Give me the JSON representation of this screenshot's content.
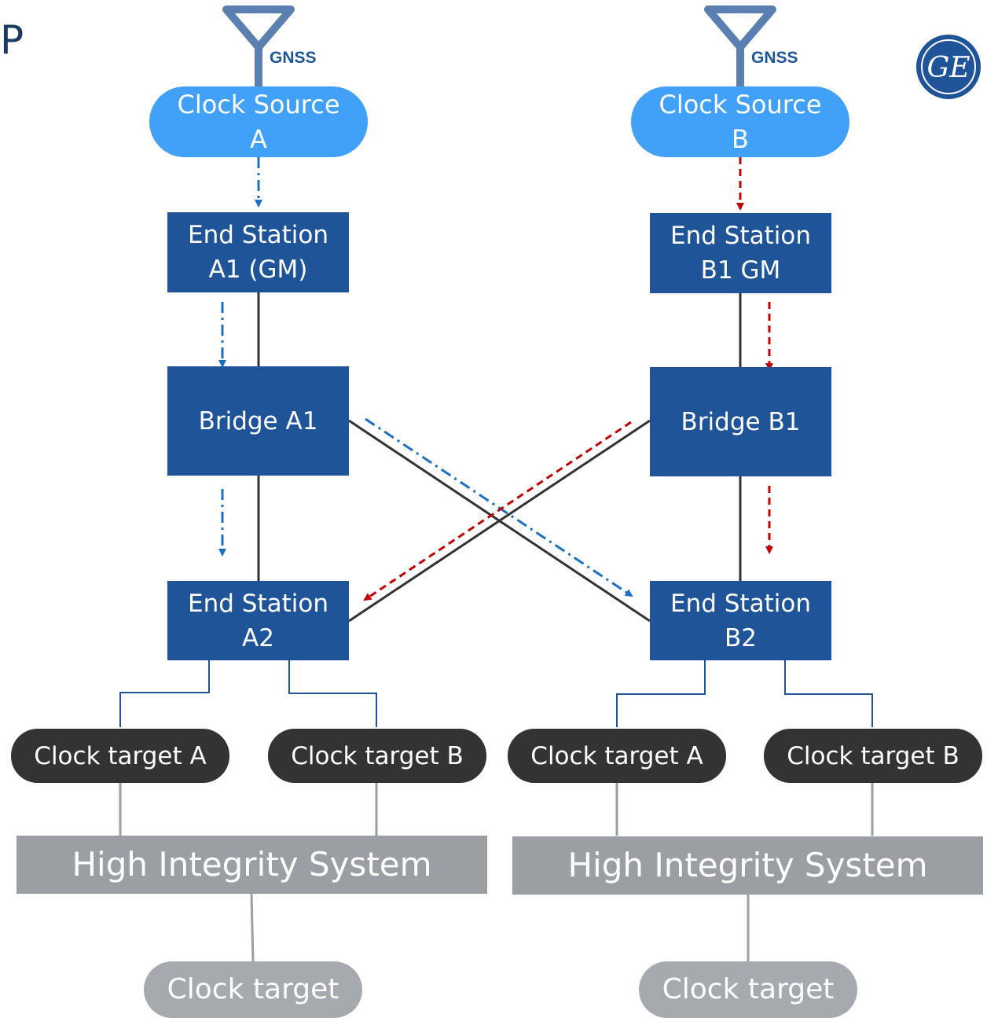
{
  "page": {
    "edge_text": "P"
  },
  "brand": {
    "logo_text": "GE",
    "logo_color": "#1f5499"
  },
  "antennas": [
    {
      "label": "GNSS"
    },
    {
      "label": "GNSS"
    }
  ],
  "clock_sources": [
    {
      "lines": [
        "Clock Source",
        "A"
      ],
      "color": "#41a0f8"
    },
    {
      "lines": [
        "Clock Source",
        "B"
      ],
      "color": "#41a0f8"
    }
  ],
  "end_stations": [
    {
      "id": "A1",
      "lines": [
        "End Station",
        "A1 (GM)"
      ]
    },
    {
      "id": "B1",
      "lines": [
        "End Station",
        "B1 GM"
      ]
    },
    {
      "id": "A2",
      "lines": [
        "End Station",
        "A2"
      ]
    },
    {
      "id": "B2",
      "lines": [
        "End Station",
        "B2"
      ]
    }
  ],
  "bridges": [
    {
      "id": "A1",
      "label": "Bridge A1"
    },
    {
      "id": "B1",
      "label": "Bridge B1"
    }
  ],
  "clock_targets": [
    {
      "label": "Clock target A"
    },
    {
      "label": "Clock target B"
    },
    {
      "label": "Clock target A"
    },
    {
      "label": "Clock target B"
    }
  ],
  "high_integrity_systems": [
    {
      "label": "High Integrity System"
    },
    {
      "label": "High Integrity System"
    }
  ],
  "final_targets": [
    {
      "label": "Clock target"
    },
    {
      "label": "Clock target"
    }
  ],
  "colors": {
    "network_a_path": "#1a6fc4",
    "network_b_path": "#c00000",
    "link": "#333333",
    "target_connector": "#1f5499",
    "system_connector": "#9b9ea2"
  }
}
